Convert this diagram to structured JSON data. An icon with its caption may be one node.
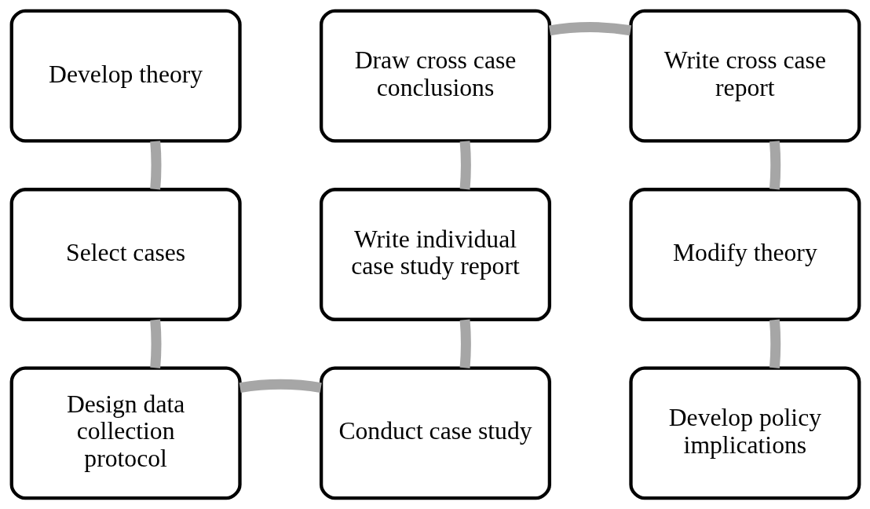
{
  "diagram": {
    "nodes": [
      {
        "text": [
          "Develop theory"
        ]
      },
      {
        "text": [
          "Select cases"
        ]
      },
      {
        "text": [
          "Design data collection protocol"
        ]
      },
      {
        "text": [
          "Conduct case study"
        ]
      },
      {
        "text": [
          "Write individual case study report"
        ]
      },
      {
        "text": [
          "Draw cross case conclusions"
        ]
      },
      {
        "text": [
          "Write cross case report"
        ]
      },
      {
        "text": [
          "Modify theory"
        ]
      },
      {
        "text": [
          "Develop policy implications"
        ]
      }
    ],
    "edges": [
      {
        "from": 0,
        "to": 1,
        "arrow": "none"
      },
      {
        "from": 1,
        "to": 2,
        "arrow": "none"
      },
      {
        "from": 2,
        "to": 3,
        "arrow": "none"
      },
      {
        "from": 3,
        "to": 4,
        "arrow": "none"
      },
      {
        "from": 4,
        "to": 5,
        "arrow": "none"
      },
      {
        "from": 5,
        "to": 6,
        "arrow": "none"
      },
      {
        "from": 6,
        "to": 7,
        "arrow": "none"
      },
      {
        "from": 7,
        "to": 8,
        "arrow": "none"
      }
    ]
  }
}
